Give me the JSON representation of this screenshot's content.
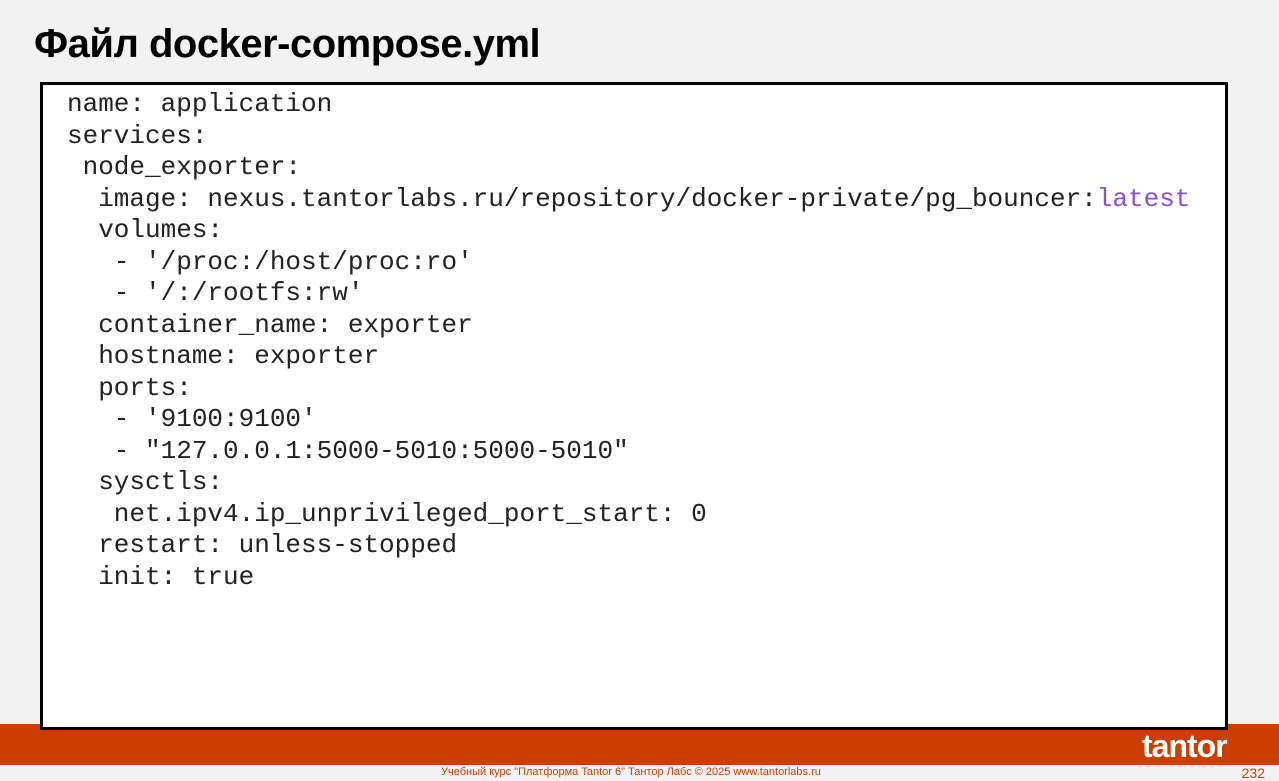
{
  "title": "Файл docker-compose.yml",
  "code": {
    "lines": [
      "name: application",
      "services:",
      " node_exporter:",
      "  image: nexus.tantorlabs.ru/repository/docker-private/pg_bouncer:",
      "  volumes:",
      "   - '/proc:/host/proc:ro'",
      "   - '/:/rootfs:rw'",
      "  container_name: exporter",
      "  hostname: exporter",
      "  ports:",
      "   - '9100:9100'",
      "   - \"127.0.0.1:5000-5010:5000-5010\"",
      "  sysctls:",
      "   net.ipv4.ip_unprivileged_port_start: 0",
      "  restart: unless-stopped",
      "  init: true"
    ],
    "image_tag": "latest"
  },
  "footer": {
    "text": "Учебный курс \"Платформа Tantor 6\" Тантор Лабс © 2025  www.tantorlabs.ru",
    "page_number": "232",
    "logo": "tantor"
  }
}
